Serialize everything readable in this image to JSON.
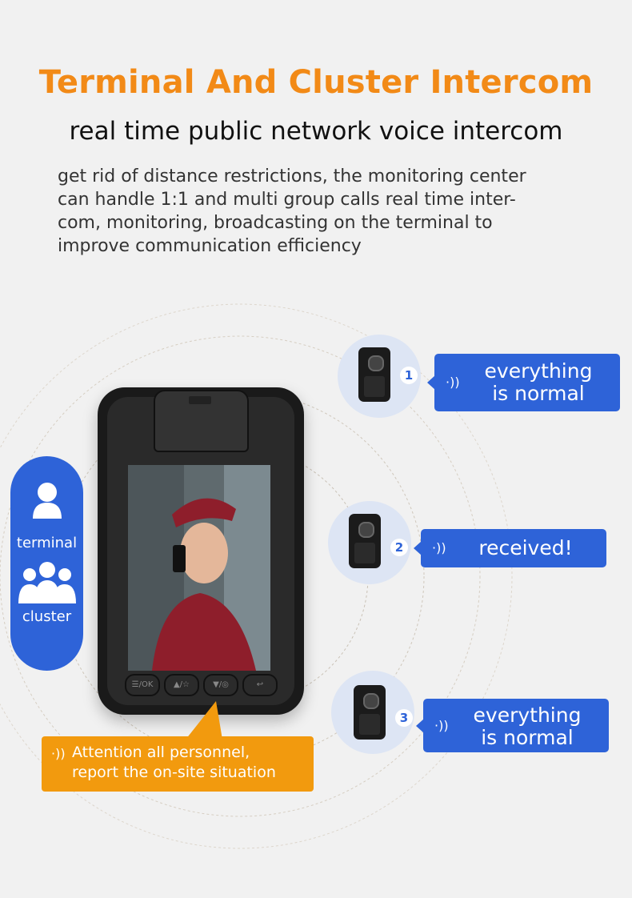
{
  "header": {
    "title": "Terminal And Cluster Intercom",
    "subtitle": "real time public network voice intercom",
    "description_lines": [
      "get rid of distance restrictions, the monitoring center",
      "can handle 1:1 and multi group calls real time inter-",
      "com, monitoring, broadcasting on the terminal to",
      "improve communication efficiency"
    ]
  },
  "side_pill": {
    "terminal_label": "terminal",
    "cluster_label": "cluster",
    "terminal_icon": "person-icon",
    "cluster_icon": "group-icon"
  },
  "device_buttons": [
    "☰/OK",
    "▲/☆",
    "▼/◎",
    "↩"
  ],
  "units": [
    {
      "number": "1",
      "message_line1": "everything",
      "message_line2": "is normal"
    },
    {
      "number": "2",
      "message_line1": "received!",
      "message_line2": ""
    },
    {
      "number": "3",
      "message_line1": "everything",
      "message_line2": "is normal"
    }
  ],
  "broadcast": {
    "line1": "Attention all personnel,",
    "line2": "report the on-site situation"
  },
  "colors": {
    "title_orange": "#f28a17",
    "bubble_blue": "#2e63d8",
    "broadcast_orange": "#f29a0e"
  }
}
